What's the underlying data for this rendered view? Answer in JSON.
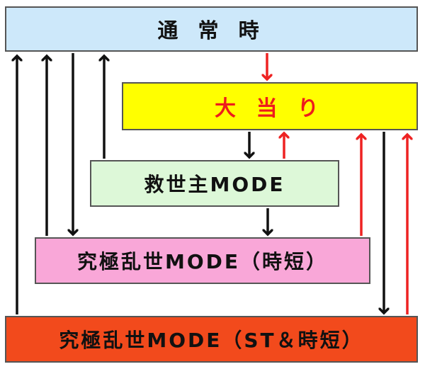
{
  "colors": {
    "arrow_black": "#111111",
    "arrow_red": "#ee2222",
    "border": "#555555"
  },
  "nodes": [
    {
      "id": "normal",
      "label": "通 常 時",
      "fill": "#cde8fa",
      "text_color": "#111111"
    },
    {
      "id": "jackpot",
      "label": "大 当 り",
      "fill": "#ffff00",
      "text_color": "#ee1c1c"
    },
    {
      "id": "savior",
      "label": "救世主MODE",
      "fill": "#ddf8d8",
      "text_color": "#111111"
    },
    {
      "id": "kyoku1",
      "label": "究極乱世MODE（時短）",
      "fill": "#f9a7d8",
      "text_color": "#111111"
    },
    {
      "id": "kyoku2",
      "label": "究極乱世MODE（ST＆時短）",
      "fill": "#f24a1c",
      "text_color": "#111111"
    }
  ],
  "edges": [
    {
      "from": "normal",
      "to": "jackpot",
      "color": "red"
    },
    {
      "from": "jackpot",
      "to": "savior",
      "color": "black"
    },
    {
      "from": "savior",
      "to": "jackpot",
      "color": "red"
    },
    {
      "from": "savior",
      "to": "normal",
      "color": "black"
    },
    {
      "from": "savior",
      "to": "kyoku1",
      "color": "black"
    },
    {
      "from": "normal",
      "to": "kyoku1",
      "color": "black"
    },
    {
      "from": "kyoku1",
      "to": "normal",
      "color": "black"
    },
    {
      "from": "kyoku1",
      "to": "jackpot",
      "color": "red"
    },
    {
      "from": "jackpot",
      "to": "kyoku2",
      "color": "black"
    },
    {
      "from": "kyoku2",
      "to": "jackpot",
      "color": "red"
    },
    {
      "from": "kyoku2",
      "to": "normal",
      "color": "black"
    }
  ]
}
